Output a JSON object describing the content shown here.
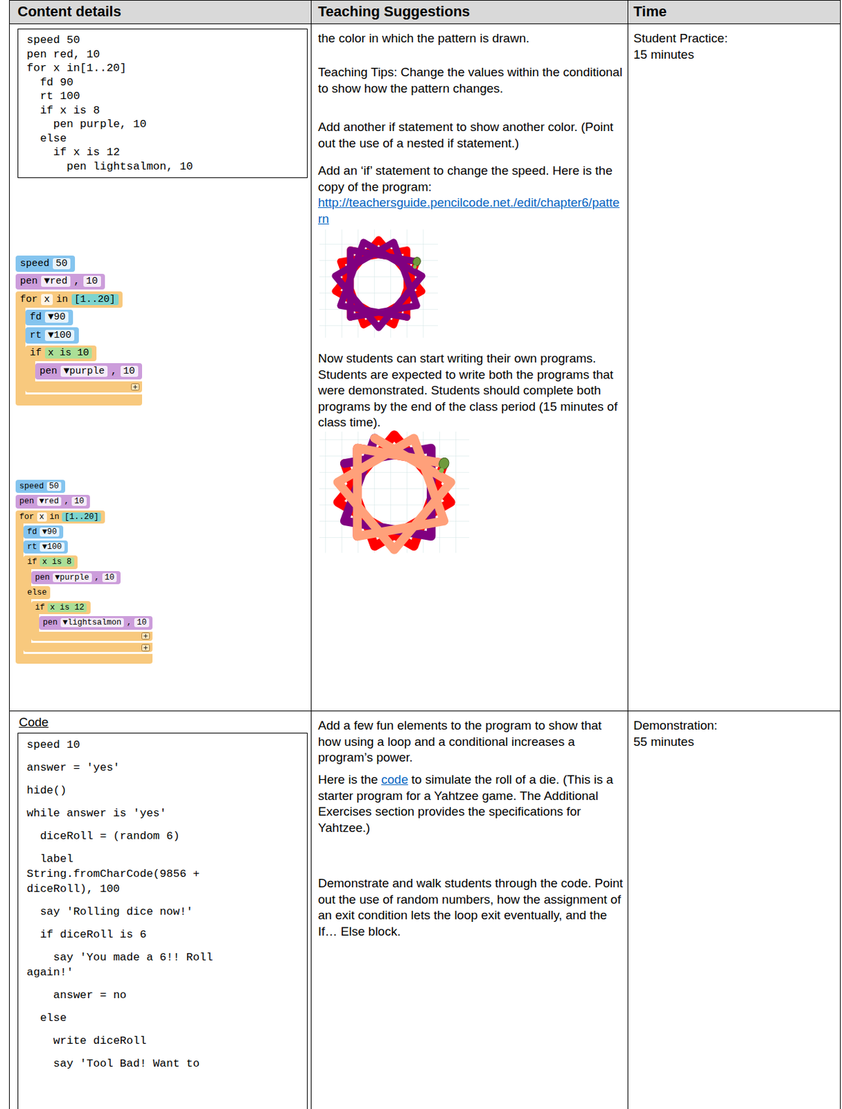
{
  "diagram": {
    "nodes": [
      {
        "text": [
          "speed 50",
          "pen red, 10",
          "for x in[1..20]",
          "  fd 90",
          "  rt 100",
          "  if x is 8",
          "    pen purple, 10",
          "  else",
          "    if x is 12",
          "      pen lightsalmon, 10"
        ]
      },
      {
        "text": [
          "speed",
          "50"
        ]
      },
      {
        "text": [
          "pen",
          "▼red",
          ",",
          "10"
        ]
      },
      {
        "text": [
          "for",
          "x",
          "in",
          "[1..20]"
        ]
      },
      {
        "text": [
          "fd",
          "▼90"
        ],
        "in": 3
      },
      {
        "text": [
          "rt",
          "▼100"
        ],
        "in": 3
      },
      {
        "text": [
          "if",
          "x is 10"
        ],
        "in": 3
      },
      {
        "text": [
          "pen",
          "▼purple",
          ",",
          "10"
        ],
        "in": 6
      },
      {
        "text": [
          "speed",
          "50"
        ]
      },
      {
        "text": [
          "pen",
          "▼red",
          ",",
          "10"
        ]
      },
      {
        "text": [
          "for",
          "x",
          "in",
          "[1..20]"
        ]
      },
      {
        "text": [
          "fd",
          "▼90"
        ],
        "in": 10
      },
      {
        "text": [
          "rt",
          "▼100"
        ],
        "in": 10
      },
      {
        "text": [
          "if",
          "x is 8",
          "else"
        ],
        "in": 10
      },
      {
        "text": [
          "pen",
          "▼purple",
          ",",
          "10"
        ],
        "in": 13
      },
      {
        "text": [
          "if",
          "x is 12"
        ],
        "in": 13
      },
      {
        "text": [
          "pen",
          "▼lightsalmon",
          ",",
          "10"
        ],
        "in": 15
      },
      {
        "text": [
          "Code",
          "speed 10",
          "answer = 'yes'",
          "hide()",
          "while answer is 'yes'",
          "  diceRoll = (random 6)",
          "  label String.fromCharCode(9856 + diceRoll), 100",
          "  say 'Rolling dice now!'",
          "  if diceRoll is 6",
          "    say 'You made a 6!! Roll again!'",
          "    answer = no",
          "  else",
          "    write diceRoll",
          "    say 'Tool Bad! Want to"
        ]
      }
    ],
    "labels": [
      "Content details",
      "Teaching Suggestions",
      "Time",
      "the color in which the pattern is drawn.",
      "Teaching Tips: Change the values within the conditional to show how the pattern changes.",
      "Add another if statement to show another color. (Point out the use of a nested if statement.)",
      "Add an ‘if’ statement to change the speed. Here is the copy of the program:",
      "http://teachersguide.pencilcode.net./edit/chapter6/pattern",
      "Now students can start writing their own programs. Students are expected to write both the programs that were demonstrated. Students should complete both programs by the end of the class period (15 minutes of class time).",
      "Student Practice: 15 minutes",
      "Add a few fun elements to the program to show that how using a loop and a conditional increases a program’s power.",
      "Here is the",
      "code",
      "to simulate the roll of a die. (This is a starter program for a Yahtzee game. The Additional Exercises section provides the specifications for Yahtzee.)",
      "Demonstrate and walk students through the code. Point out the use of random numbers, how the assignment of an exit condition lets the loop exit eventually, and the If… Else block.",
      "Demonstration: 55 minutes"
    ]
  }
}
